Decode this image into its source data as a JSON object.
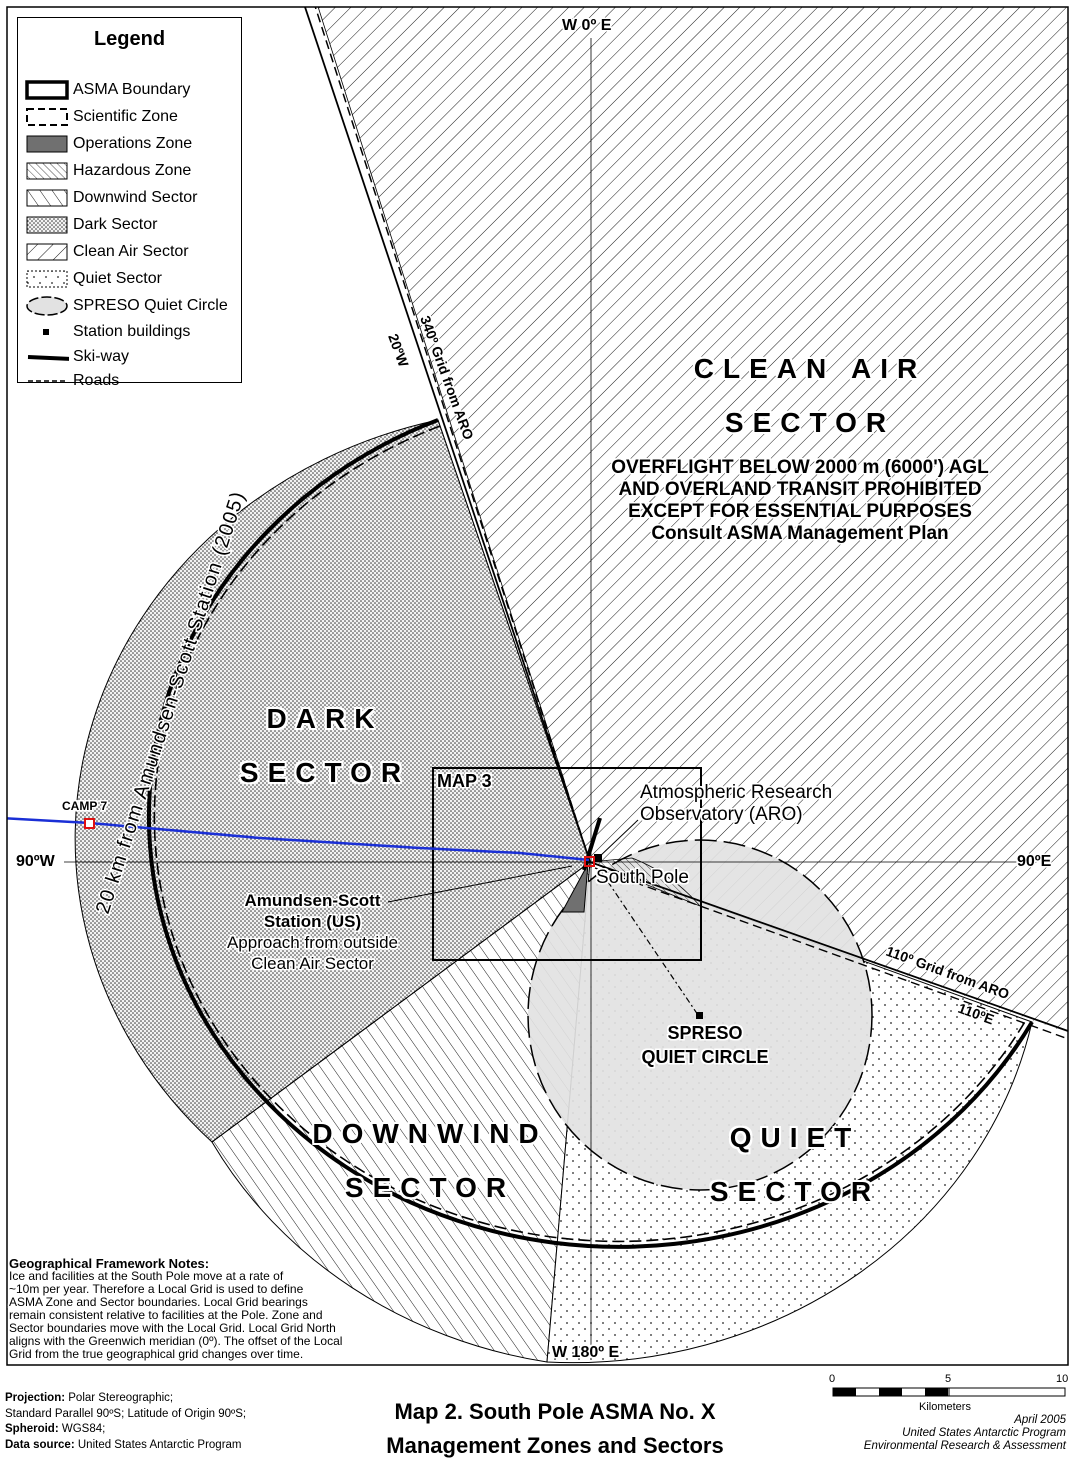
{
  "legend": {
    "title": "Legend",
    "items": [
      {
        "label": "ASMA Boundary",
        "icon": "asma-boundary-swatch"
      },
      {
        "label": "Scientific Zone",
        "icon": "scientific-zone-swatch"
      },
      {
        "label": "Operations Zone",
        "icon": "operations-zone-swatch"
      },
      {
        "label": "Hazardous Zone",
        "icon": "hazardous-zone-swatch"
      },
      {
        "label": "Downwind Sector",
        "icon": "downwind-sector-swatch"
      },
      {
        "label": "Dark Sector",
        "icon": "dark-sector-swatch"
      },
      {
        "label": "Clean Air Sector",
        "icon": "clean-air-sector-swatch"
      },
      {
        "label": "Quiet Sector",
        "icon": "quiet-sector-swatch"
      },
      {
        "label": "SPRESO Quiet Circle",
        "icon": "spreso-circle-swatch"
      },
      {
        "label": "Station buildings",
        "icon": "station-building-swatch"
      },
      {
        "label": "Ski-way",
        "icon": "ski-way-swatch"
      },
      {
        "label": "Roads",
        "icon": "roads-swatch"
      }
    ]
  },
  "sectors": {
    "clean_air": {
      "line1": "CLEAN AIR",
      "line2": "SECTOR"
    },
    "dark": {
      "line1": "DARK",
      "line2": "SECTOR"
    },
    "downwind": {
      "line1": "DOWNWIND",
      "line2": "SECTOR"
    },
    "quiet": {
      "line1": "QUIET",
      "line2": "SECTOR"
    }
  },
  "overflight_notice": [
    "OVERFLIGHT BELOW 2000 m (6000') AGL",
    "AND OVERLAND TRANSIT PROHIBITED",
    "EXCEPT FOR ESSENTIAL PURPOSES",
    "Consult ASMA Management Plan"
  ],
  "meridians": {
    "top": "W 0º E",
    "bottom": "W 180º E",
    "left": "90ºW",
    "right": "90ºE",
    "w20": "20ºW",
    "e110": "110ºE"
  },
  "grid_labels": {
    "g340": "340º Grid from ARO",
    "g110": "110º Grid from ARO"
  },
  "features": {
    "map3": "MAP 3",
    "camp7": "CAMP 7",
    "aro_line1": "Atmospheric Research",
    "aro_line2": "Observatory (ARO)",
    "south_pole": "South Pole",
    "station_line1": "Amundsen-Scott",
    "station_line2": "Station (US)",
    "approach_line1": "Approach from outside",
    "approach_line2": "Clean Air Sector",
    "spreso_line1": "SPRESO",
    "spreso_line2": "QUIET CIRCLE",
    "radius_label": "20 km from Amundsen-Scott Station (2005)"
  },
  "notes": {
    "title": "Geographical Framework Notes:",
    "lines": [
      "Ice and facilities at the South Pole move at a  rate of",
      "~10m per year. Therefore a Local Grid is used to define",
      "ASMA Zone and Sector boundaries. Local Grid bearings",
      "remain consistent relative to facilities at the Pole. Zone and",
      "Sector boundaries move with the Local Grid. Local Grid North",
      "aligns with the Greenwich meridian (0º). The offset of the Local",
      "Grid from the true geographical grid changes over time."
    ]
  },
  "footer": {
    "projection_key": "Projection:",
    "projection_val": "Polar Stereographic;",
    "standard_parallel": "Standard Parallel 90ºS; Latitude of Origin 90ºS;",
    "spheroid_key": "Spheroid:",
    "spheroid_val": "WGS84;",
    "source_key": "Data source:",
    "source_val": "United States Antarctic Program",
    "title_line1": "Map 2. South Pole ASMA No. X",
    "title_line2": "Management Zones and Sectors",
    "date": "April 2005",
    "org1": "United States Antarctic Program",
    "org2": "Environmental Research & Assessment"
  },
  "scale_bar": {
    "ticks": [
      "0",
      "5",
      "10"
    ],
    "unit": "Kilometers"
  }
}
